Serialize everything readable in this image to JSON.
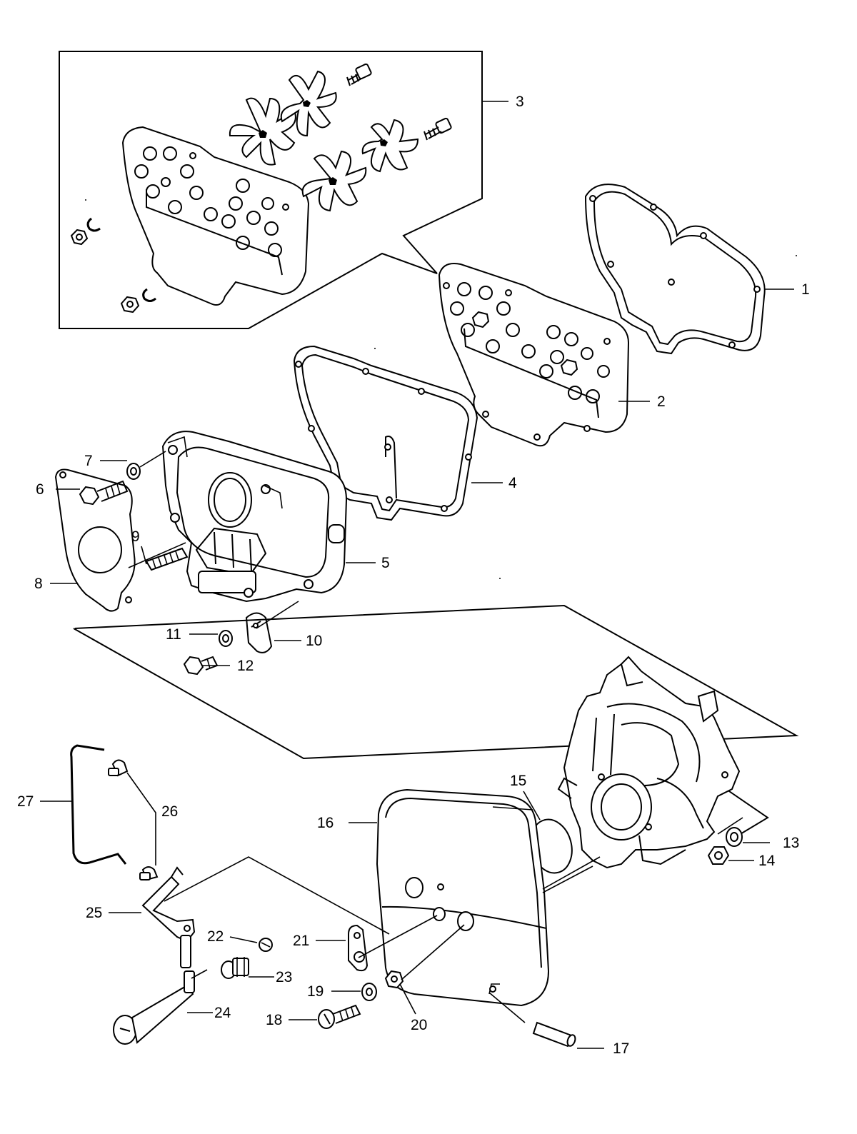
{
  "callouts": [
    {
      "id": "1",
      "label": "1"
    },
    {
      "id": "2",
      "label": "2"
    },
    {
      "id": "3",
      "label": "3"
    },
    {
      "id": "4",
      "label": "4"
    },
    {
      "id": "5",
      "label": "5"
    },
    {
      "id": "6",
      "label": "6"
    },
    {
      "id": "7",
      "label": "7"
    },
    {
      "id": "8",
      "label": "8"
    },
    {
      "id": "9",
      "label": "9"
    },
    {
      "id": "10",
      "label": "10"
    },
    {
      "id": "11",
      "label": "11"
    },
    {
      "id": "12",
      "label": "12"
    },
    {
      "id": "13",
      "label": "13"
    },
    {
      "id": "14",
      "label": "14"
    },
    {
      "id": "15",
      "label": "15"
    },
    {
      "id": "16",
      "label": "16"
    },
    {
      "id": "17",
      "label": "17"
    },
    {
      "id": "18",
      "label": "18"
    },
    {
      "id": "19",
      "label": "19"
    },
    {
      "id": "20",
      "label": "20"
    },
    {
      "id": "21",
      "label": "21"
    },
    {
      "id": "22",
      "label": "22"
    },
    {
      "id": "23",
      "label": "23"
    },
    {
      "id": "24",
      "label": "24"
    },
    {
      "id": "25",
      "label": "25"
    },
    {
      "id": "26",
      "label": "26"
    },
    {
      "id": "27",
      "label": "27"
    }
  ]
}
